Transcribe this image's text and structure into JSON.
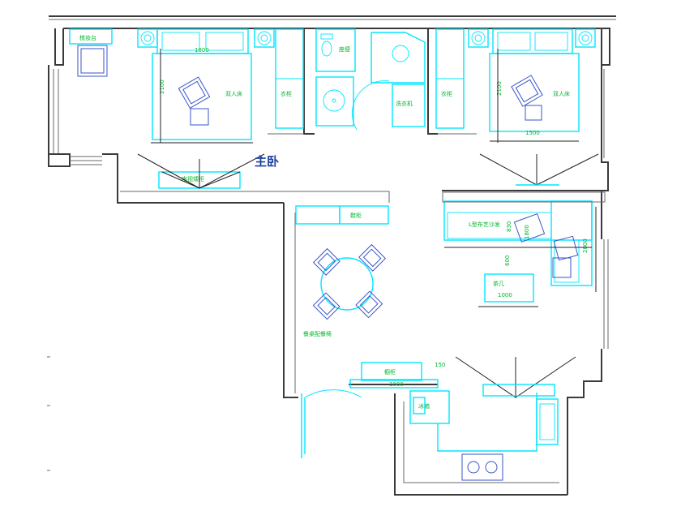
{
  "plan": {
    "room_title": "主卧",
    "labels": {
      "dressing_table": "梳妆台",
      "double_bed_left": "双人床",
      "wardrobe_left": "衣柜",
      "toilet": "座便",
      "washer": "洗衣机",
      "wardrobe_right": "衣柜",
      "double_bed_right": "双人床",
      "tv_cabinet_bedroom": "电视矮柜",
      "shoe_cabinet": "鞋柜",
      "l_sofa": "L型布艺沙发",
      "tea_table": "茶几",
      "dining_label": "餐桌配餐椅",
      "cabinet": "橱柜",
      "fridge": "冰箱"
    },
    "dimensions": {
      "bed_left_width": "1800",
      "bed_left_length": "2100",
      "bed_right_width": "1500",
      "bed_right_length": "2100",
      "sofa_a": "830",
      "sofa_b": "1800",
      "sofa_c": "2000",
      "tea_table": "1000",
      "sofa_d": "600",
      "cabinet_w": "1000",
      "kitchen_small": "150"
    }
  }
}
